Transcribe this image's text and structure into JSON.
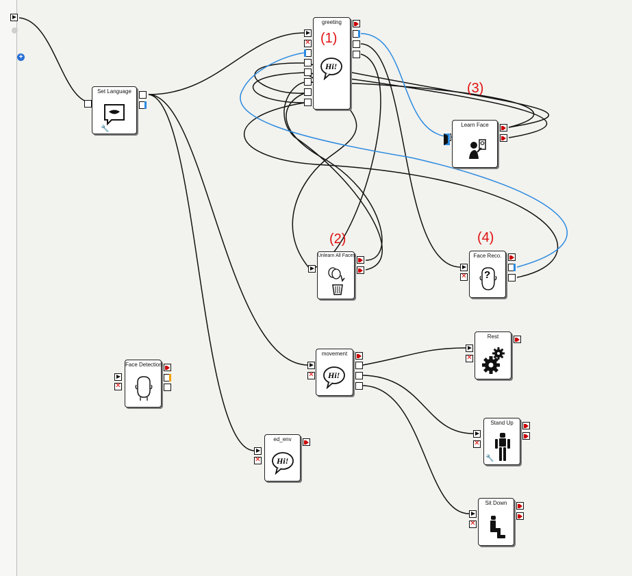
{
  "boxes": {
    "greeting": "greeting",
    "set_language": "Set Language",
    "learn_face": "Learn Face",
    "unlearn_all_faces": "Unlearn All Faces",
    "face_reco": "Face Reco.",
    "movement": "movement",
    "rest": "Rest",
    "face_detection": "Face Detection",
    "stand_up": "Stand Up",
    "ed_env": "ed_env",
    "sit_down": "Sit Down"
  },
  "annotations": {
    "a1": "(1)",
    "a2": "(2)",
    "a3": "(3)",
    "a4": "(4)"
  },
  "icons": {
    "hi_text": "Hi!",
    "question_mark": "?"
  },
  "colors": {
    "annotation": "#e01010",
    "wire": "#111111",
    "wire_highlight": "#2a8ae0"
  }
}
